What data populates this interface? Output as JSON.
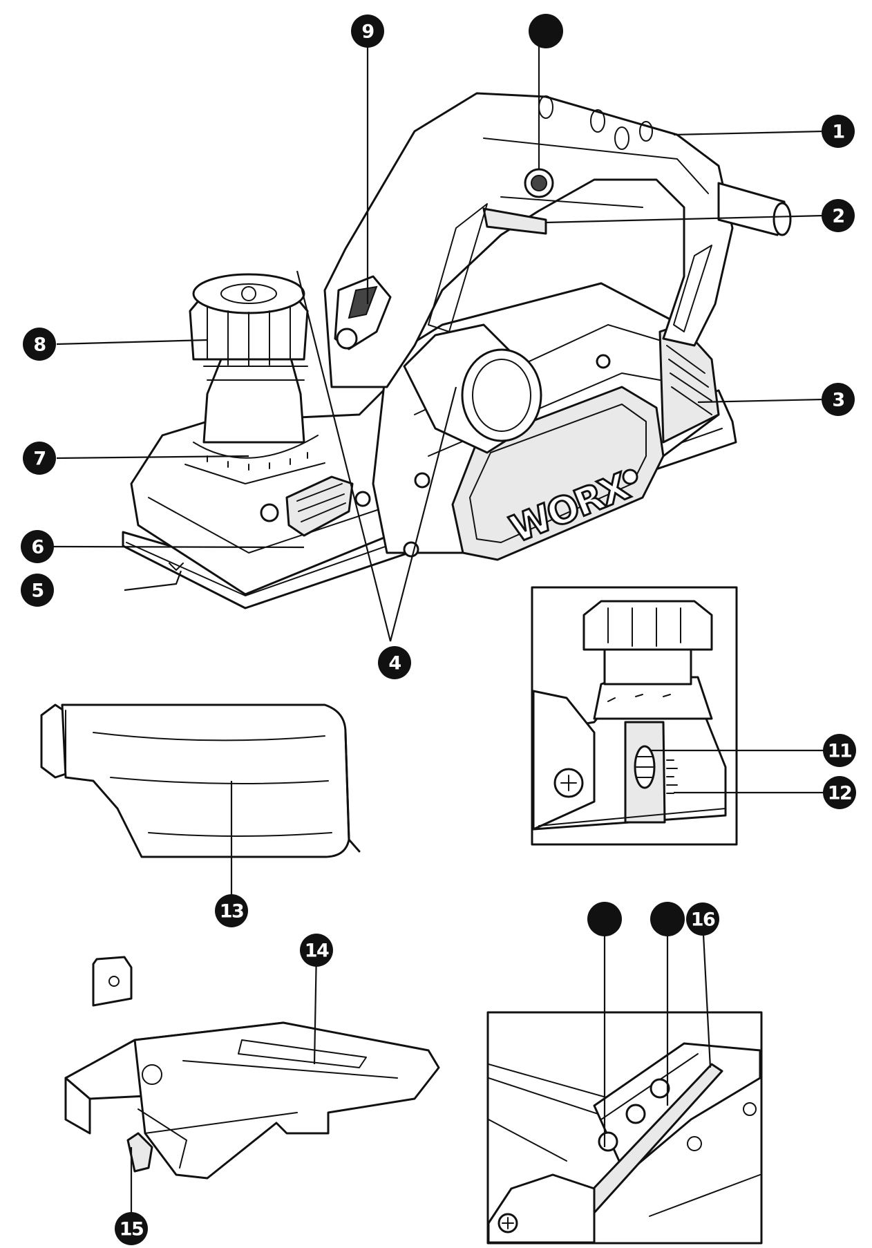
{
  "brand_text": "WORX",
  "callouts": [
    {
      "id": "c1",
      "label": "1"
    },
    {
      "id": "c2",
      "label": "2"
    },
    {
      "id": "c3",
      "label": "3"
    },
    {
      "id": "c4",
      "label": "4"
    },
    {
      "id": "c5",
      "label": "5"
    },
    {
      "id": "c6",
      "label": "6"
    },
    {
      "id": "c7",
      "label": "7"
    },
    {
      "id": "c8",
      "label": "8"
    },
    {
      "id": "c9",
      "label": "9"
    },
    {
      "id": "c10",
      "label": ""
    },
    {
      "id": "c11",
      "label": "11"
    },
    {
      "id": "c12",
      "label": "12"
    },
    {
      "id": "c13",
      "label": "13"
    },
    {
      "id": "c14",
      "label": "14"
    },
    {
      "id": "c15",
      "label": "15"
    },
    {
      "id": "c16",
      "label": "16"
    },
    {
      "id": "c17",
      "label": ""
    },
    {
      "id": "c18",
      "label": ""
    }
  ]
}
